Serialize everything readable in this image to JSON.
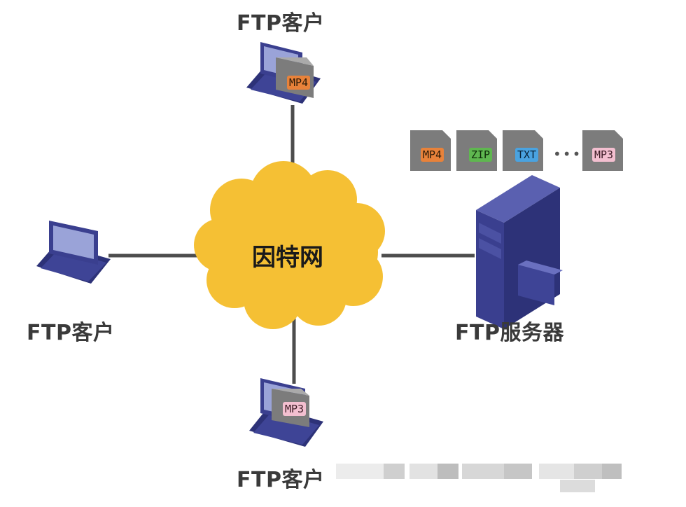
{
  "center": {
    "label": "因特网"
  },
  "clients": {
    "top": {
      "label": "FTP客户",
      "file_tag": "MP4"
    },
    "left": {
      "label": "FTP客户"
    },
    "bottom": {
      "label": "FTP客户",
      "file_tag": "MP3"
    }
  },
  "server": {
    "label": "FTP服务器",
    "files": [
      "MP4",
      "ZIP",
      "TXT",
      "MP3"
    ],
    "ellipsis": "•••"
  },
  "colors": {
    "cloud": "#f5c034",
    "link": "#4d4d4d",
    "device": "#3a3f8f",
    "screen": "#9aa3d8",
    "mp4": "#e8823a",
    "zip": "#5fb750",
    "txt": "#4aa3e0",
    "mp3": "#f3bfd0"
  }
}
